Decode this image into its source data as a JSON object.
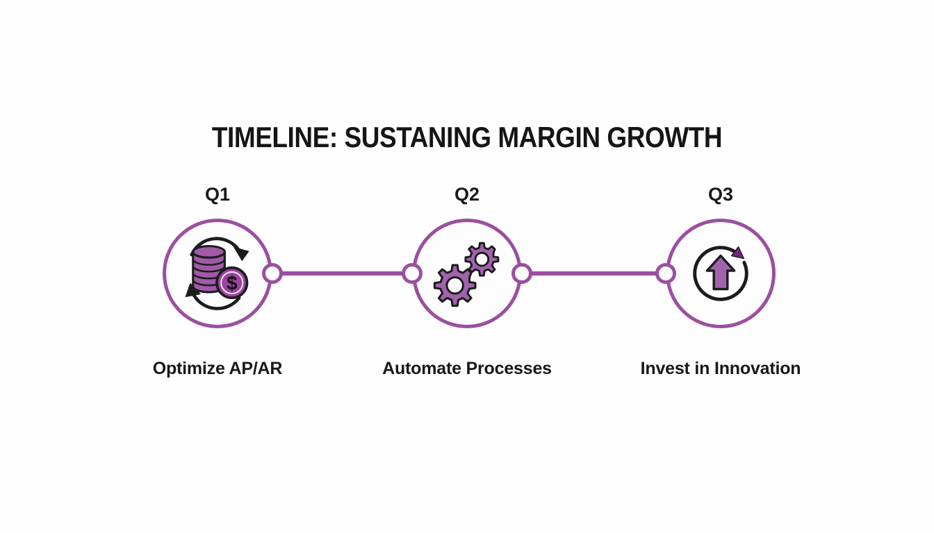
{
  "title": "TIMELINE: SUSTANING MARGIN GROWTH",
  "colors": {
    "accent_purple": "#9b4fa0",
    "icon_fill_purple": "#a263ad",
    "coin_purple": "#9c42a0",
    "arrowhead_purple": "#6f2c7a",
    "text_black": "#1a1a1a",
    "background": "#fefefe"
  },
  "timeline": {
    "milestones": [
      {
        "quarter": "Q1",
        "label": "Optimize AP/AR",
        "icon": "coins-cycle-icon",
        "coin_glyph": "$"
      },
      {
        "quarter": "Q2",
        "label": "Automate Processes",
        "icon": "gears-icon"
      },
      {
        "quarter": "Q3",
        "label": "Invest in Innovation",
        "icon": "growth-cycle-icon"
      }
    ]
  }
}
